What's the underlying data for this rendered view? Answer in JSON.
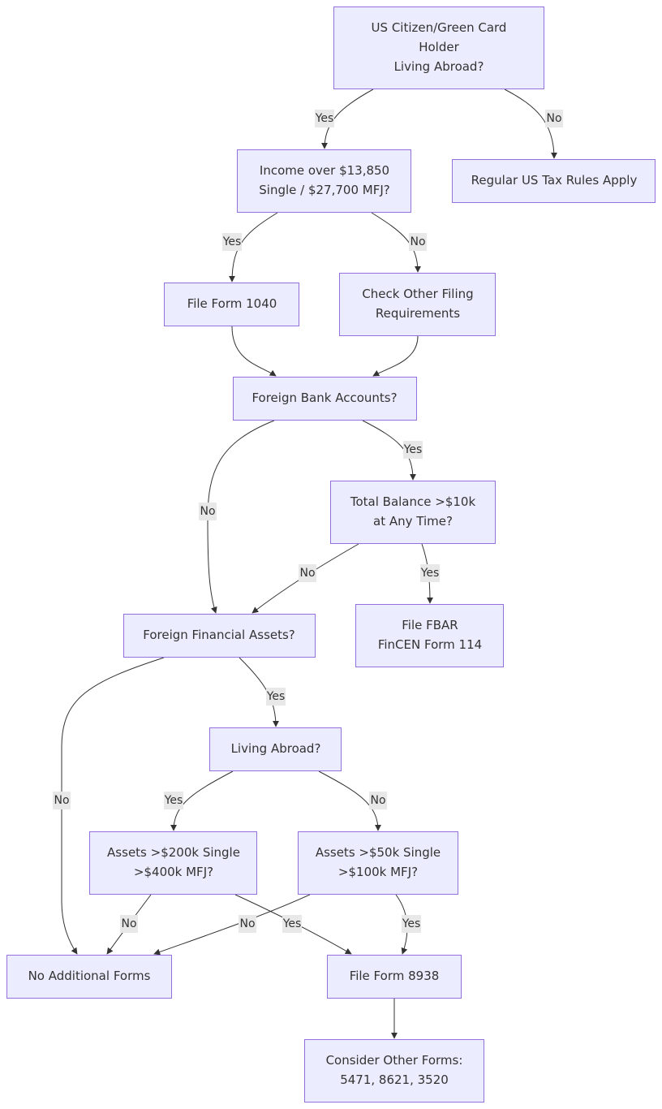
{
  "nodes": {
    "us_citizen": [
      "US Citizen/Green Card",
      "Holder",
      "Living Abroad?"
    ],
    "regular_rules": [
      "Regular US Tax Rules Apply"
    ],
    "income_threshold": [
      "Income over $13,850",
      "Single / $27,700 MFJ?"
    ],
    "file_1040": [
      "File Form 1040"
    ],
    "check_other": [
      "Check Other Filing",
      "Requirements"
    ],
    "foreign_bank": [
      "Foreign Bank Accounts?"
    ],
    "total_balance": [
      "Total Balance >$10k",
      "at Any Time?"
    ],
    "file_fbar": [
      "File FBAR",
      "FinCEN Form 114"
    ],
    "foreign_assets": [
      "Foreign Financial Assets?"
    ],
    "living_abroad": [
      "Living Abroad?"
    ],
    "assets_200k": [
      "Assets >$200k Single",
      ">$400k MFJ?"
    ],
    "assets_50k": [
      "Assets >$50k Single",
      ">$100k MFJ?"
    ],
    "no_additional": [
      "No Additional Forms"
    ],
    "file_8938": [
      "File Form 8938"
    ],
    "consider_other": [
      "Consider Other Forms:",
      "5471, 8621, 3520"
    ]
  },
  "edge_labels": {
    "yes": "Yes",
    "no": "No"
  },
  "colors": {
    "node_fill": "#ECECFF",
    "node_stroke": "#9370DB",
    "edge": "#333333",
    "label_bg": "#E8E8E8",
    "text": "#333333"
  }
}
